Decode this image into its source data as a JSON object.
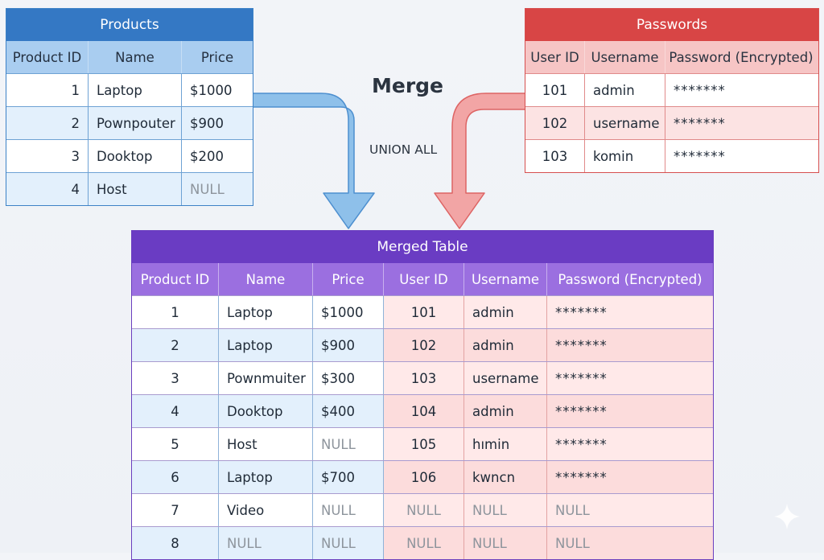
{
  "products": {
    "title": "Products",
    "columns": [
      "Product ID",
      "Name",
      "Price"
    ],
    "rows": [
      {
        "id": "1",
        "name": "Laptop",
        "price": "$1000"
      },
      {
        "id": "2",
        "name": "Pownpouter",
        "price": "$900"
      },
      {
        "id": "3",
        "name": "Dooktop",
        "price": "$200"
      },
      {
        "id": "4",
        "name": "Host",
        "price": "NULL"
      }
    ]
  },
  "passwords": {
    "title": "Passwords",
    "columns": [
      "User ID",
      "Username",
      "Password (Encrypted)"
    ],
    "rows": [
      {
        "id": "101",
        "username": "admin",
        "password": "*******"
      },
      {
        "id": "102",
        "username": "username",
        "password": "*******"
      },
      {
        "id": "103",
        "username": "komin",
        "password": "*******"
      }
    ]
  },
  "operation": {
    "title": "Merge",
    "subtitle": "UNION ALL"
  },
  "merged": {
    "title": "Merged Table",
    "columns": [
      "Product ID",
      "Name",
      "Price",
      "User ID",
      "Username",
      "Password (Encrypted)"
    ],
    "rows": [
      {
        "pid": "1",
        "name": "Laptop",
        "price": "$1000",
        "uid": "101",
        "username": "admin",
        "password": "*******"
      },
      {
        "pid": "2",
        "name": "Laptop",
        "price": "$900",
        "uid": "102",
        "username": "admin",
        "password": "*******"
      },
      {
        "pid": "3",
        "name": "Pownmuiter",
        "price": "$300",
        "uid": "103",
        "username": "username",
        "password": "*******"
      },
      {
        "pid": "4",
        "name": "Dooktop",
        "price": "$400",
        "uid": "104",
        "username": "admin",
        "password": "*******"
      },
      {
        "pid": "5",
        "name": "Host",
        "price": "NULL",
        "uid": "105",
        "username": "hımin",
        "password": "*******"
      },
      {
        "pid": "6",
        "name": "Laptop",
        "price": "$700",
        "uid": "106",
        "username": "kwncn",
        "password": "*******"
      },
      {
        "pid": "7",
        "name": "Video",
        "price": "NULL",
        "uid": "NULL",
        "username": "NULL",
        "password": "NULL"
      },
      {
        "pid": "8",
        "name": "NULL",
        "price": "NULL",
        "uid": "NULL",
        "username": "NULL",
        "password": "NULL"
      }
    ]
  },
  "colors": {
    "products_accent": "#3478c4",
    "passwords_accent": "#d84545",
    "merged_accent": "#6a3cc3",
    "null_text": "#8d949c"
  },
  "icons": {
    "corner": "sparkle-icon"
  }
}
